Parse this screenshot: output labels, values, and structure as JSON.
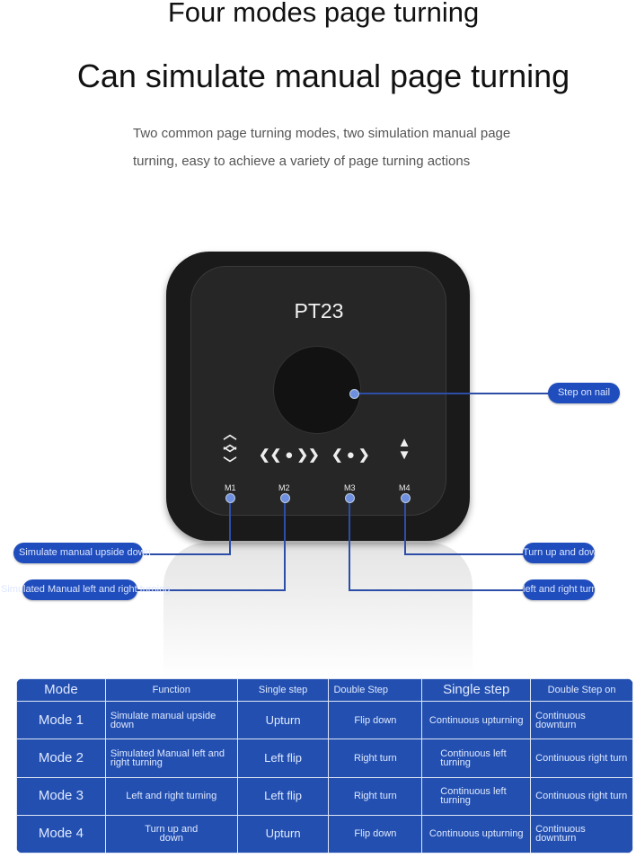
{
  "header": {
    "title": "Four modes page turning",
    "subtitle": "Can simulate manual page turning",
    "description_line1": "Two common page turning modes, two simulation manual page",
    "description_line2": "turning, easy to achieve a variety of page turning actions"
  },
  "device": {
    "model": "PT23",
    "buttons": [
      {
        "label": "M1",
        "glyph": "⌃⌃⌄⌄"
      },
      {
        "label": "M2",
        "glyph": "◀◀ ▶▶"
      },
      {
        "label": "M3",
        "glyph": "◀ ▶"
      },
      {
        "label": "M4",
        "glyph": "▲ ▼"
      }
    ]
  },
  "callouts": {
    "pedal": "Step on nail",
    "m1": "Simulate manual upside down",
    "m2": "Simulated Manual left and right turning",
    "m3": "left and right turning",
    "m4": "Turn up and down"
  },
  "table": {
    "headers": [
      "Mode",
      "Function",
      "Single step",
      "Double Step",
      "Single step",
      "Double Step on"
    ],
    "rows": [
      [
        "Mode 1",
        "Simulate manual upside down",
        "Upturn",
        "Flip down",
        "Continuous upturning",
        "Continuous downturn"
      ],
      [
        "Mode 2",
        "Simulated Manual left and right turning",
        "Left flip",
        "Right turn",
        "Continuous left turning",
        "Continuous right turn"
      ],
      [
        "Mode 3",
        "Left and right turning",
        "Left flip",
        "Right turn",
        "Continuous left turning",
        "Continuous right turn"
      ],
      [
        "Mode 4",
        "Turn up and down",
        "Upturn",
        "Flip down",
        "Continuous upturning",
        "Continuous downturn"
      ]
    ]
  }
}
